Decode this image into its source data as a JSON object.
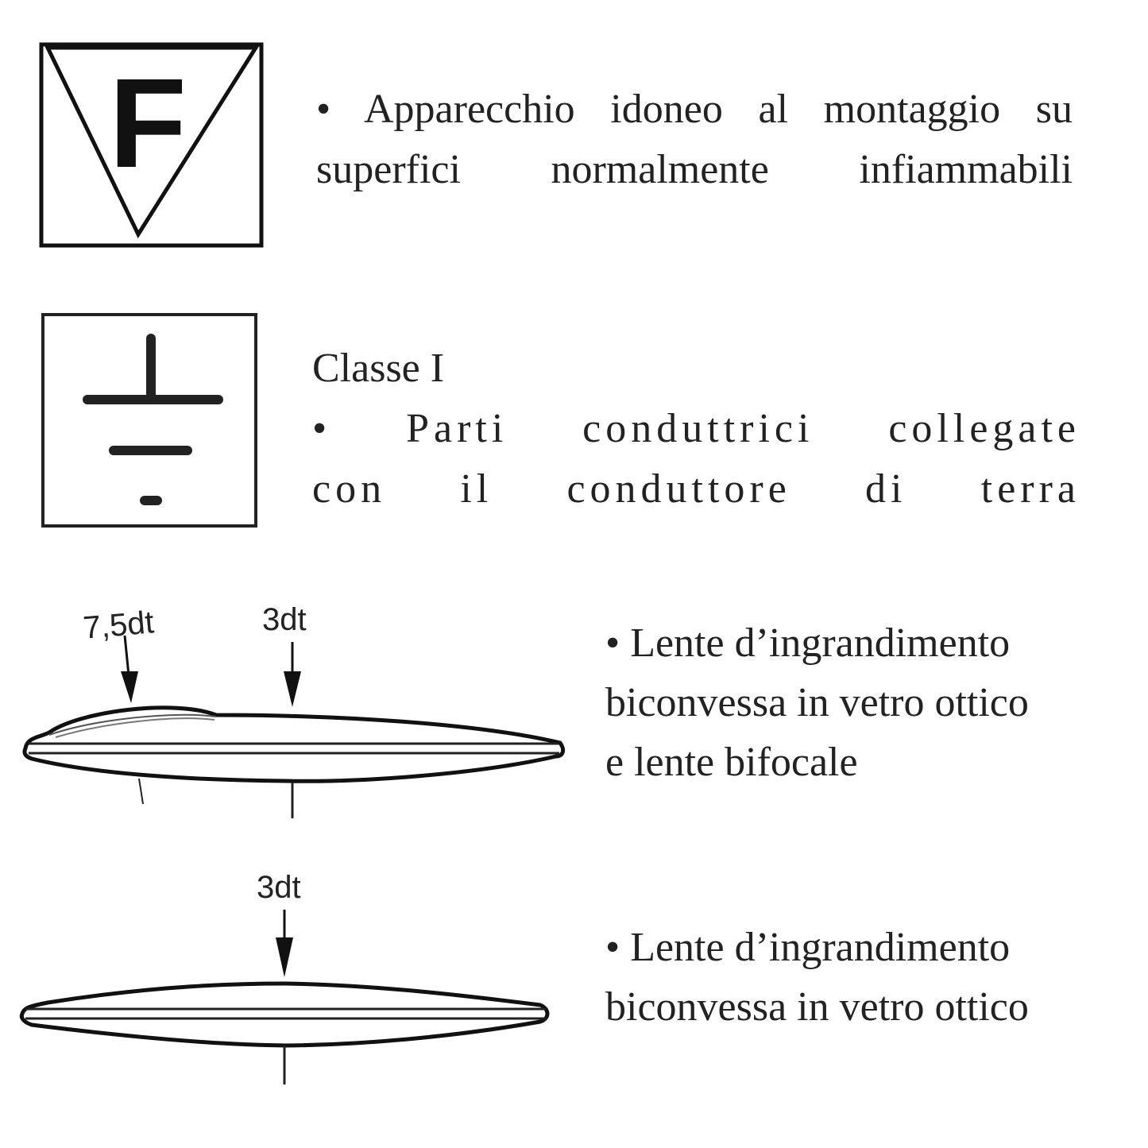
{
  "block1": {
    "symbol": "F",
    "lines": [
      "• Apparecchio idoneo al montaggio su",
      "superfici normalmente infiammabili"
    ]
  },
  "block2": {
    "title": "Classe I",
    "lines": [
      "• Parti conduttrici collegate",
      "con il conduttore di terra"
    ]
  },
  "block3": {
    "labels": [
      "7,5dt",
      "3dt"
    ],
    "lines": [
      "• Lente d’ingrandimento",
      "biconvessa in vetro ottico",
      "e lente bifocale"
    ]
  },
  "block4": {
    "labels": [
      "3dt"
    ],
    "lines": [
      "• Lente d’ingrandimento",
      "biconvessa in vetro ottico"
    ]
  }
}
